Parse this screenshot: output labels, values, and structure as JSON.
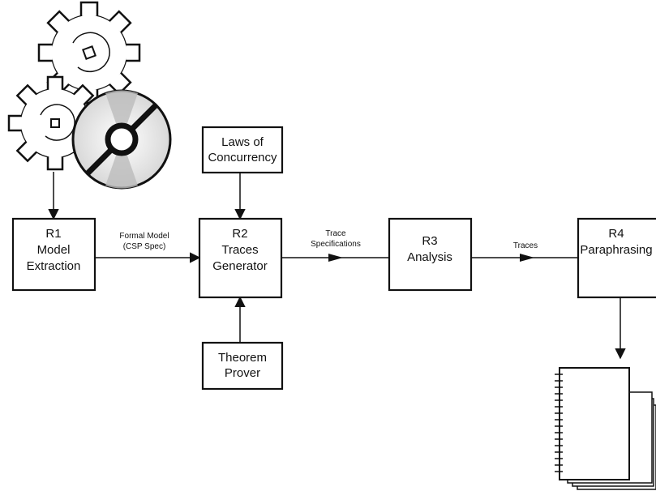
{
  "boxes": {
    "r1": [
      "R1",
      "Model",
      "Extraction"
    ],
    "r2": [
      "R2",
      "Traces",
      "Generator"
    ],
    "r3": [
      "R3",
      "Analysis"
    ],
    "r4": [
      "R4",
      "Paraphrasing"
    ],
    "laws": [
      "Laws of",
      "Concurrency"
    ],
    "prover": [
      "Theorem",
      "Prover"
    ]
  },
  "edges": {
    "r1_r2": [
      "Formal Model",
      "(CSP Spec)"
    ],
    "r2_r3": [
      "Trace",
      "Specifications"
    ],
    "r3_r4": [
      "Traces"
    ]
  },
  "icons": [
    "gear-icon",
    "gear-icon",
    "cd-disc-icon",
    "document-stack-icon"
  ],
  "colors": {
    "ink": "#111111",
    "background": "#ffffff"
  }
}
